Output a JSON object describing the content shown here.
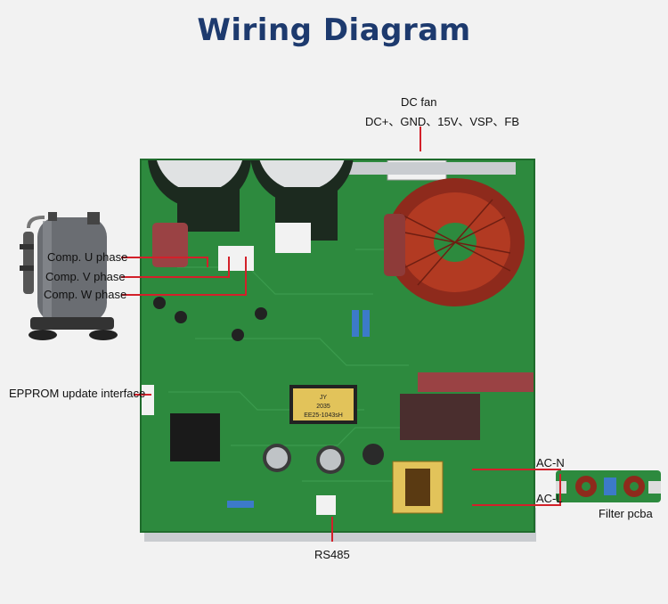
{
  "title": "Wiring Diagram",
  "labels": {
    "dc_fan_title": "DC fan",
    "dc_fan_pins": "DC+、GND、15V、VSP、FB",
    "comp_u": "Comp. U phase",
    "comp_v": "Comp. V phase",
    "comp_w": "Comp. W phase",
    "epprom": "EPPROM update interface",
    "ac_n": "AC-N",
    "ac_l": "AC-L",
    "filter": "Filter pcba",
    "rs485": "RS485"
  },
  "board_text": {
    "transformer_1": "EE25-1043sH",
    "transformer_2": "2035",
    "transformer_3": "JY"
  },
  "colors": {
    "title": "#1d3a6e",
    "lines": "#d3202a",
    "pcb": "#2d8a3e"
  }
}
